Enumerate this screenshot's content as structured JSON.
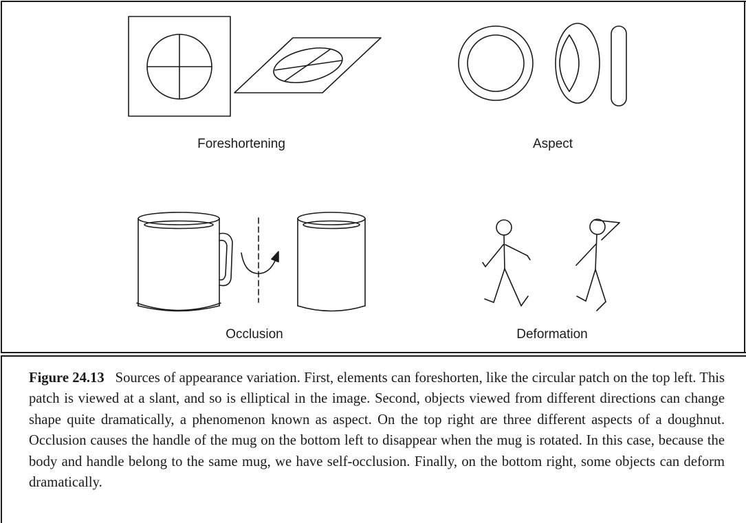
{
  "panels": {
    "foreshortening": "Foreshortening",
    "aspect": "Aspect",
    "occlusion": "Occlusion",
    "deformation": "Deformation"
  },
  "caption": {
    "label": "Figure 24.13",
    "text": "Sources of appearance variation. First, elements can foreshorten, like the circular patch on the top left. This patch is viewed at a slant, and so is elliptical in the image. Second, objects viewed from different directions can change shape quite dramatically, a phenomenon known as aspect. On the top right are three different aspects of a doughnut. Occlusion causes the handle of the mug on the bottom left to disappear when the mug is rotated. In this case, because the body and handle belong to the same mug, we have self-occlusion. Finally, on the bottom right, some objects can deform dramatically."
  }
}
